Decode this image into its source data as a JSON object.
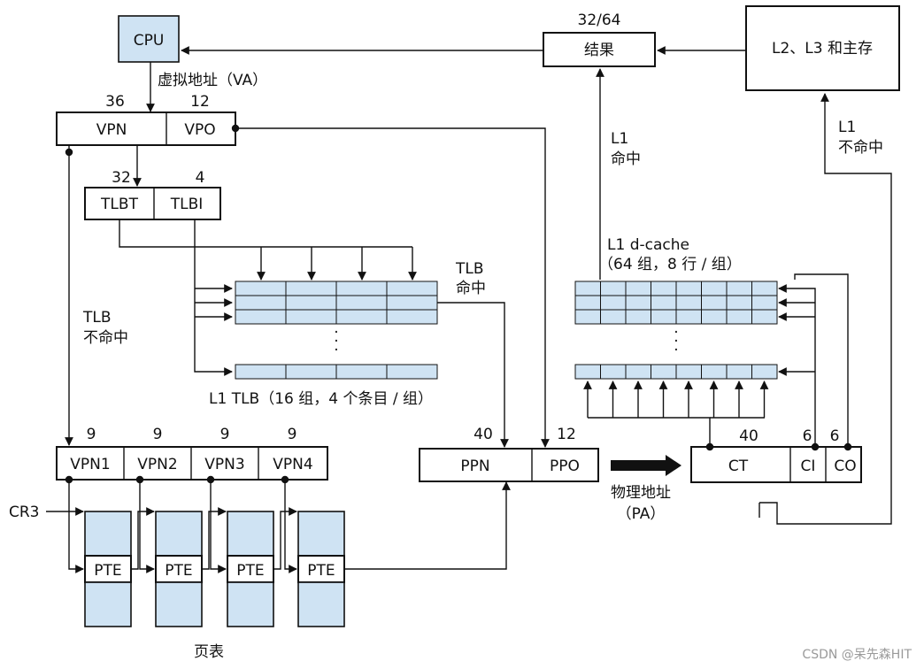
{
  "cpu": "CPU",
  "va_label": "虚拟地址（VA）",
  "va": {
    "vpn_bits": "36",
    "vpo_bits": "12",
    "vpn": "VPN",
    "vpo": "VPO"
  },
  "tlb_index": {
    "tlbt_bits": "32",
    "tlbi_bits": "4",
    "tlbt": "TLBT",
    "tlbi": "TLBI"
  },
  "tlb_miss": [
    "TLB",
    "不命中"
  ],
  "tlb_hit": [
    "TLB",
    "命中"
  ],
  "l1_tlb_caption": "L1 TLB（16 组，4 个条目 / 组）",
  "ellipsis": "·",
  "vpn_parts": {
    "bits": [
      "9",
      "9",
      "9",
      "9"
    ],
    "labels": [
      "VPN1",
      "VPN2",
      "VPN3",
      "VPN4"
    ]
  },
  "cr3": "CR3",
  "pte": "PTE",
  "page_table_caption": "页表",
  "pa": {
    "ppn_bits": "40",
    "ppo_bits": "12",
    "ppn": "PPN",
    "ppo": "PPO"
  },
  "pa_caption": [
    "物理地址",
    "（PA）"
  ],
  "cache_addr": {
    "ct_bits": "40",
    "ci_bits": "6",
    "co_bits": "6",
    "ct": "CT",
    "ci": "CI",
    "co": "CO"
  },
  "result": {
    "bits": "32/64",
    "label": "结果"
  },
  "memory": "L2、L3 和主存",
  "l1_hit": [
    "L1",
    "命中"
  ],
  "l1_miss": [
    "L1",
    "不命中"
  ],
  "dcache_caption": [
    "L1 d-cache",
    "（64 组，8 行 / 组）"
  ],
  "watermark": "CSDN @呆先森HIT"
}
